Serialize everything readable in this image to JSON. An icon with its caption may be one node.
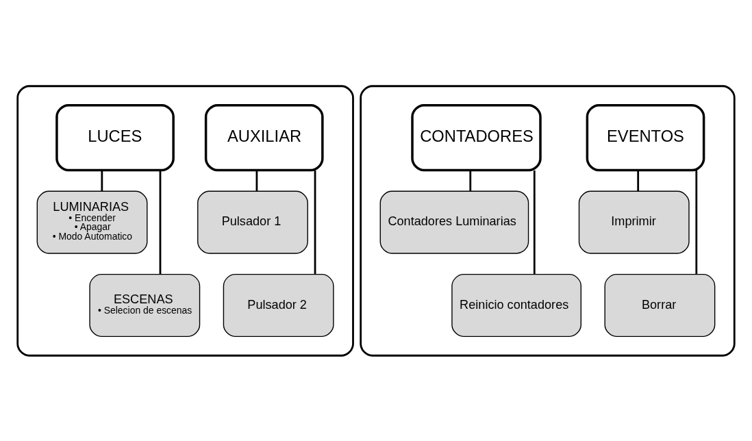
{
  "diagram": {
    "nodes": [
      {
        "text": [],
        "shape": "box"
      },
      {
        "text": [
          "LUCES"
        ],
        "in": 0
      },
      {
        "text": [
          "LUMINARIAS",
          "• Encender",
          "• Apagar",
          "• Modo Automatico"
        ],
        "in": 0
      },
      {
        "text": [
          "ESCENAS",
          "• Selecion de escenas"
        ],
        "in": 0
      },
      {
        "text": [
          "AUXILIAR"
        ],
        "in": 0
      },
      {
        "text": [
          "Pulsador 1"
        ],
        "in": 0
      },
      {
        "text": [
          "Pulsador 2"
        ],
        "in": 0
      },
      {
        "text": [],
        "shape": "box"
      },
      {
        "text": [
          "CONTADORES"
        ],
        "in": 7
      },
      {
        "text": [
          "Contadores Luminarias"
        ],
        "in": 7
      },
      {
        "text": [
          "Reinicio contadores"
        ],
        "in": 7
      },
      {
        "text": [
          "EVENTOS"
        ],
        "in": 7
      },
      {
        "text": [
          "Imprimir"
        ],
        "in": 7
      },
      {
        "text": [
          "Borrar"
        ],
        "in": 7
      }
    ],
    "edges": [
      {
        "from": 1,
        "to": 2,
        "arrow": "none"
      },
      {
        "from": 1,
        "to": 3,
        "arrow": "none"
      },
      {
        "from": 4,
        "to": 5,
        "arrow": "none"
      },
      {
        "from": 4,
        "to": 6,
        "arrow": "none"
      },
      {
        "from": 8,
        "to": 9,
        "arrow": "none"
      },
      {
        "from": 8,
        "to": 10,
        "arrow": "none"
      },
      {
        "from": 11,
        "to": 12,
        "arrow": "none"
      },
      {
        "from": 11,
        "to": 13,
        "arrow": "none"
      }
    ]
  }
}
